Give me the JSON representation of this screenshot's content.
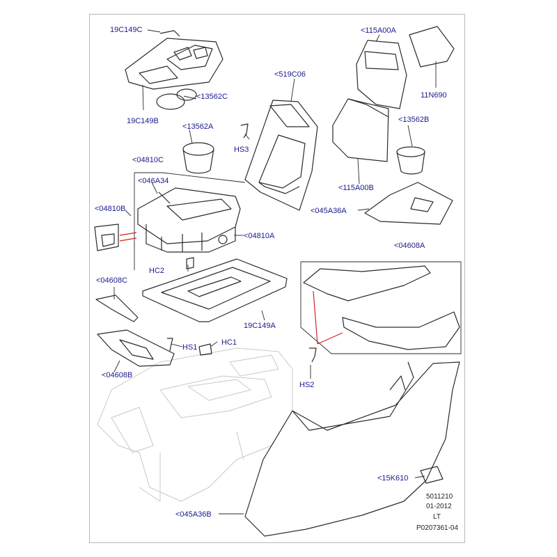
{
  "diagram": {
    "callouts": {
      "l19C149C": "19C149C",
      "l19C149B": "19C149B",
      "l13562C": "<13562C",
      "l13562A": "<13562A",
      "l04810C": "<04810C",
      "l046A34": "<046A34",
      "l04810B": "<04810B",
      "l04810A": "<04810A",
      "lHC2": "HC2",
      "l04608C": "<04608C",
      "l19C149A": "19C149A",
      "lHS1": "HS1",
      "lHC1": "HC1",
      "l04608B": "<04608B",
      "l519C06": "<519C06",
      "lHS3": "HS3",
      "l115A00A": "<115A00A",
      "l11N690": "11N690",
      "l13562B": "<13562B",
      "l115A00B": "<115A00B",
      "l045A36A": "<045A36A",
      "l04608A": "<04608A",
      "lHS2": "HS2",
      "l15K610": "<15K610",
      "l045A36B": "<045A36B"
    },
    "meta": {
      "code": "5011210",
      "date": "01-2012",
      "lang": "LT",
      "ref": "P0207361-04"
    },
    "colors": {
      "label": "#1a1a8c",
      "line": "#2a2a2a",
      "ghost": "#c8c8c8",
      "accent": "#d42020"
    }
  }
}
